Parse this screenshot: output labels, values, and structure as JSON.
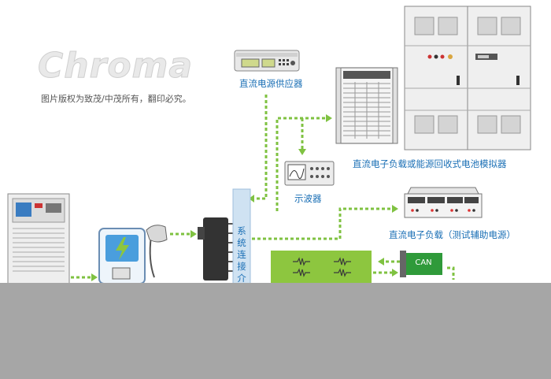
{
  "brand": {
    "logo_text": "Chroma",
    "copyright": "图片版权为致茂/中茂所有，翻印必究。"
  },
  "labels": {
    "dc_power_supply": "直流电源供应器",
    "dc_load_regenerative": "直流电子负载或能源回收式电池模拟器",
    "oscilloscope": "示波器",
    "dc_load_aux": "直流电子负载（测试辅助电源）",
    "system_interface": "系统连接介",
    "can": "CAN"
  },
  "colors": {
    "accent_green": "#8dc63f",
    "arrow_green": "#7fc241",
    "label_blue": "#1a6fb5",
    "cabinet_grey": "#f0f0f0",
    "floor_grey": "#a6a6a6"
  }
}
